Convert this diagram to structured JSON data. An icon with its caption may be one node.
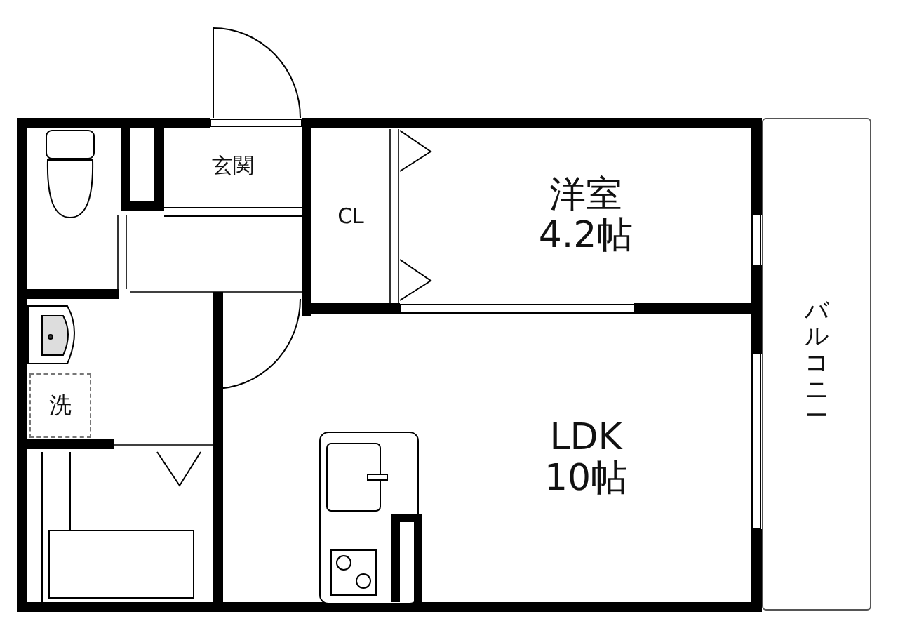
{
  "diagram": {
    "nodes": [
      {
        "text": [
          "玄関"
        ]
      },
      {
        "text": [
          "CL"
        ]
      },
      {
        "text": [
          "洋室",
          "4.2帖"
        ]
      },
      {
        "text": [
          "洗"
        ]
      },
      {
        "text": [
          "LDK",
          "10帖"
        ]
      },
      {
        "text": [
          "バルコニー"
        ]
      }
    ],
    "edges": []
  }
}
